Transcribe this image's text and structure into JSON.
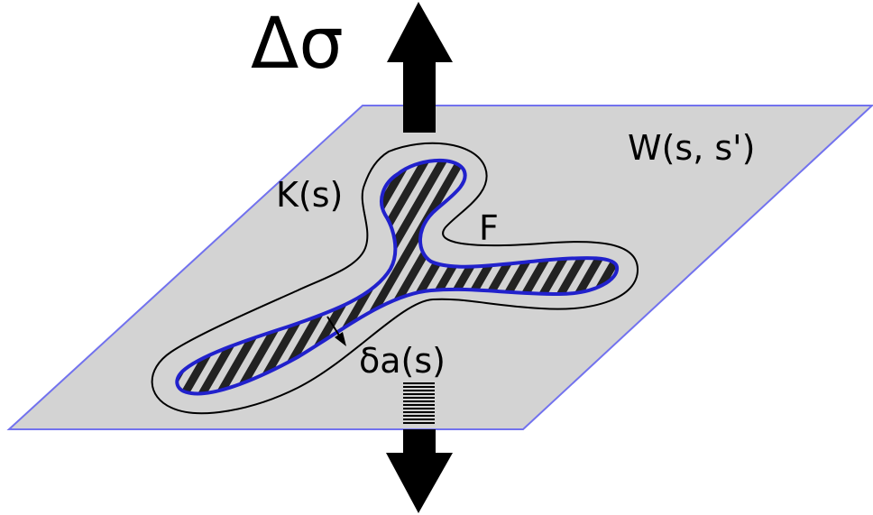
{
  "labels": {
    "delta_sigma": "Δσ",
    "interface": "W(s, s')",
    "contour": "K(s)",
    "region": "F",
    "increment": "δa(s)"
  },
  "colors": {
    "plane_fill": "#d3d3d3",
    "plane_edge": "#7272ee",
    "crack_edge": "#2121cc",
    "hatch": "#222222",
    "arrow": "#000000"
  }
}
